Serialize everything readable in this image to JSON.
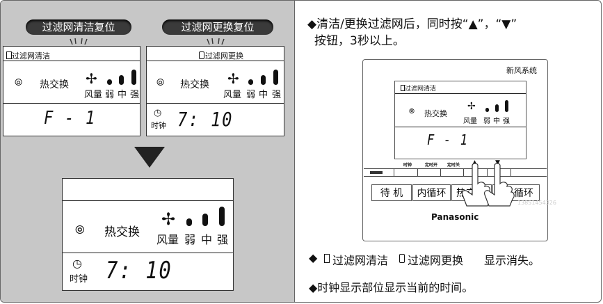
{
  "left": {
    "pill_clean": "过滤网清洁复位",
    "pill_replace": "过滤网更换复位",
    "lcd_clean": {
      "header": "过滤网清洁",
      "heat": "热交换",
      "fan": "风量",
      "weak": "弱",
      "mid": "中",
      "strong": "强",
      "code": "F - 1"
    },
    "lcd_replace": {
      "header": "过滤网更换",
      "heat": "热交换",
      "fan": "风量",
      "weak": "弱",
      "mid": "中",
      "strong": "强",
      "clock_label": "时钟",
      "time": "7: 10"
    },
    "lcd_result": {
      "heat": "热交换",
      "fan": "风量",
      "weak": "弱",
      "mid": "中",
      "strong": "强",
      "clock_label": "时钟",
      "time": "7: 10"
    }
  },
  "right": {
    "instruction_line1": "◆清洁/更换过滤网后，同时按“▲”，“▼”",
    "instruction_line2": "按钮，3秒以上。",
    "device": {
      "title": "新风系统",
      "lcd_header": "过滤网清洁",
      "heat": "热交换",
      "fan": "风量",
      "weak": "弱",
      "mid": "中",
      "strong": "强",
      "code": "F - 1",
      "key_clock": "时钟",
      "key_on_timer": "定时开",
      "key_off_timer": "定时关",
      "key_up": "▲",
      "key_down": "▼",
      "btn_standby": "待 机",
      "btn_inner": "内循环",
      "btn_heat": "热交",
      "btn_outer": "循环",
      "brand": "Panasonic",
      "watermark": "13851454326"
    },
    "note1_prefix": "◆",
    "note1_clean": "过滤网清洁",
    "note1_replace": "过滤网更换",
    "note1_suffix": "显示消失。",
    "note2": "◆时钟显示部位显示当前的时间。"
  }
}
